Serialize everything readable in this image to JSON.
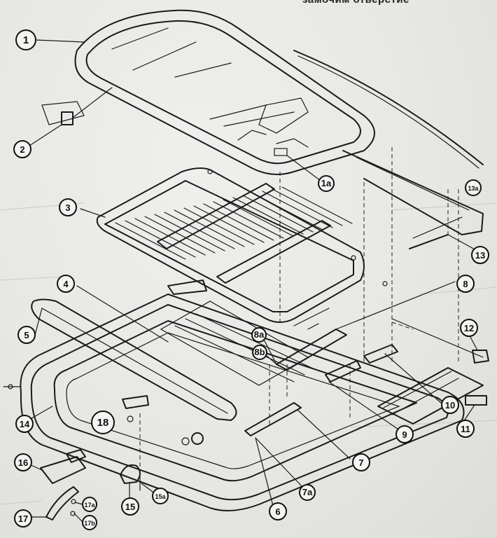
{
  "header_fragment": "замочим отверстие",
  "callouts": [
    {
      "id": "1",
      "label": "1"
    },
    {
      "id": "1a",
      "label": "1a"
    },
    {
      "id": "2",
      "label": "2"
    },
    {
      "id": "3",
      "label": "3"
    },
    {
      "id": "4",
      "label": "4"
    },
    {
      "id": "5",
      "label": "5"
    },
    {
      "id": "6",
      "label": "6"
    },
    {
      "id": "7",
      "label": "7"
    },
    {
      "id": "7a",
      "label": "7a"
    },
    {
      "id": "8",
      "label": "8"
    },
    {
      "id": "8a",
      "label": "8a"
    },
    {
      "id": "8b",
      "label": "8b"
    },
    {
      "id": "9",
      "label": "9"
    },
    {
      "id": "10",
      "label": "10"
    },
    {
      "id": "11",
      "label": "11"
    },
    {
      "id": "12",
      "label": "12"
    },
    {
      "id": "13",
      "label": "13"
    },
    {
      "id": "13a",
      "label": "13a"
    },
    {
      "id": "14",
      "label": "14"
    },
    {
      "id": "15",
      "label": "15"
    },
    {
      "id": "15a",
      "label": "15a"
    },
    {
      "id": "16",
      "label": "16"
    },
    {
      "id": "17",
      "label": "17"
    },
    {
      "id": "17a",
      "label": "17a"
    },
    {
      "id": "17b",
      "label": "17b"
    },
    {
      "id": "18",
      "label": "18"
    }
  ]
}
